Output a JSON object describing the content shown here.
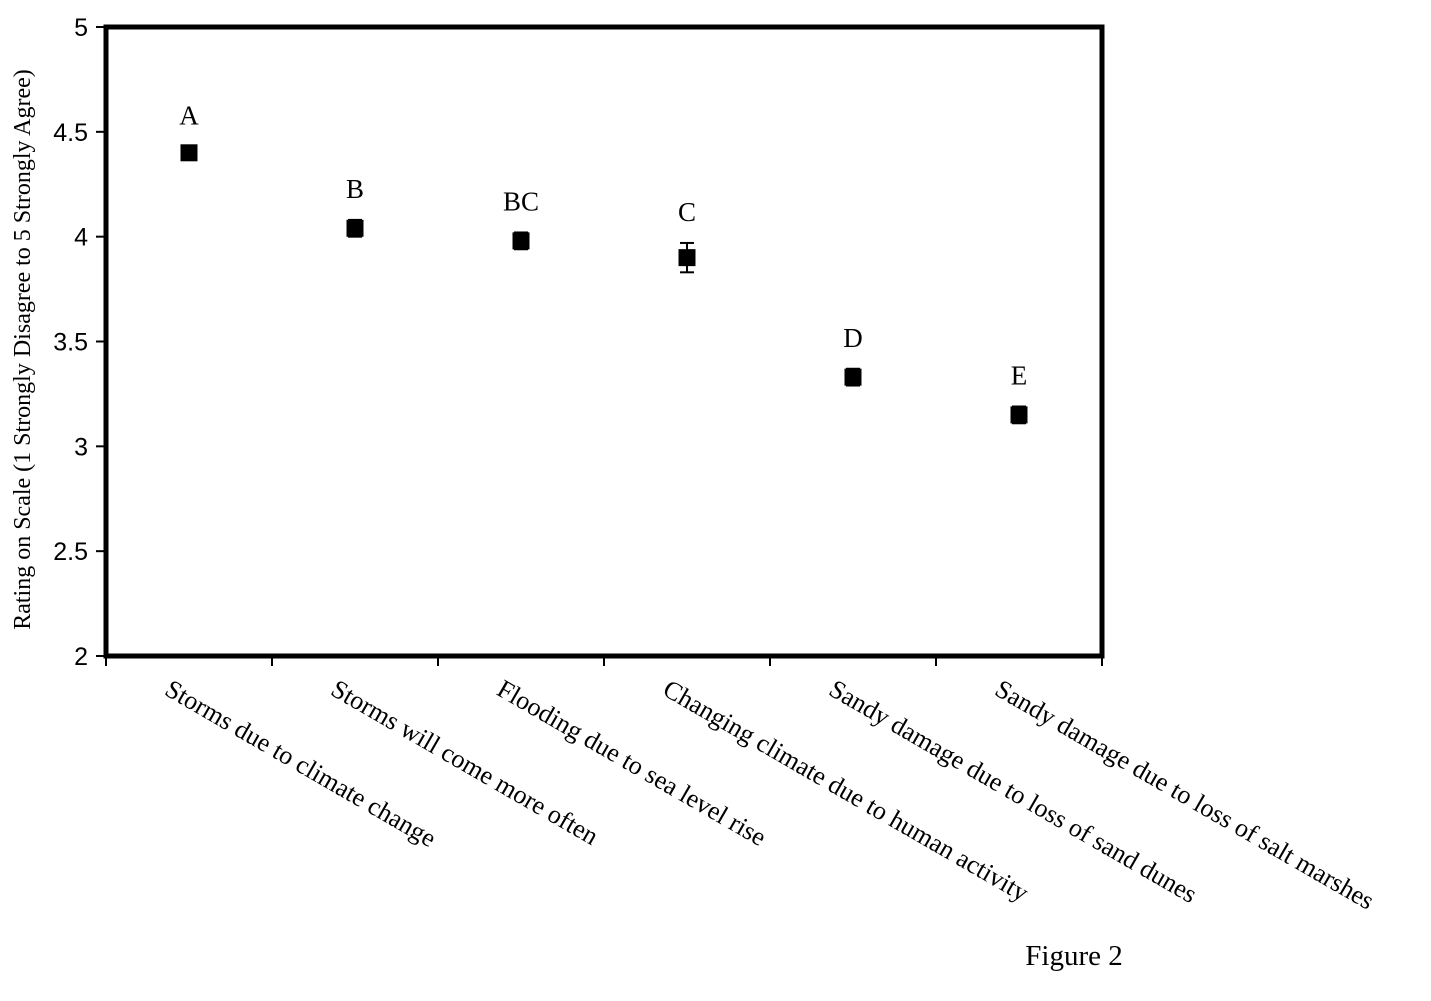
{
  "chart_data": {
    "type": "scatter",
    "ylabel": "Rating on Scale (1 Strongly Disagree to 5 Strongly Agree)",
    "xlabel": "",
    "ylim": [
      2,
      5
    ],
    "yticks": [
      "2",
      "2.5",
      "3",
      "3.5",
      "4",
      "4.5",
      "5"
    ],
    "categories": [
      "Storms due to climate change",
      "Storms will come more often",
      "Flooding due to sea level rise",
      "Changing climate due to human activity",
      "Sandy damage due to loss of sand dunes",
      "Sandy damage due to loss of salt marshes"
    ],
    "values": [
      4.4,
      4.04,
      3.98,
      3.9,
      3.33,
      3.15
    ],
    "error": [
      0.03,
      0.04,
      0.04,
      0.07,
      0.04,
      0.04
    ],
    "letters": [
      "A",
      "B",
      "BC",
      "C",
      "D",
      "E"
    ],
    "marker_color": "#000000",
    "grid": false,
    "legend": "none"
  },
  "caption": "Figure 2"
}
